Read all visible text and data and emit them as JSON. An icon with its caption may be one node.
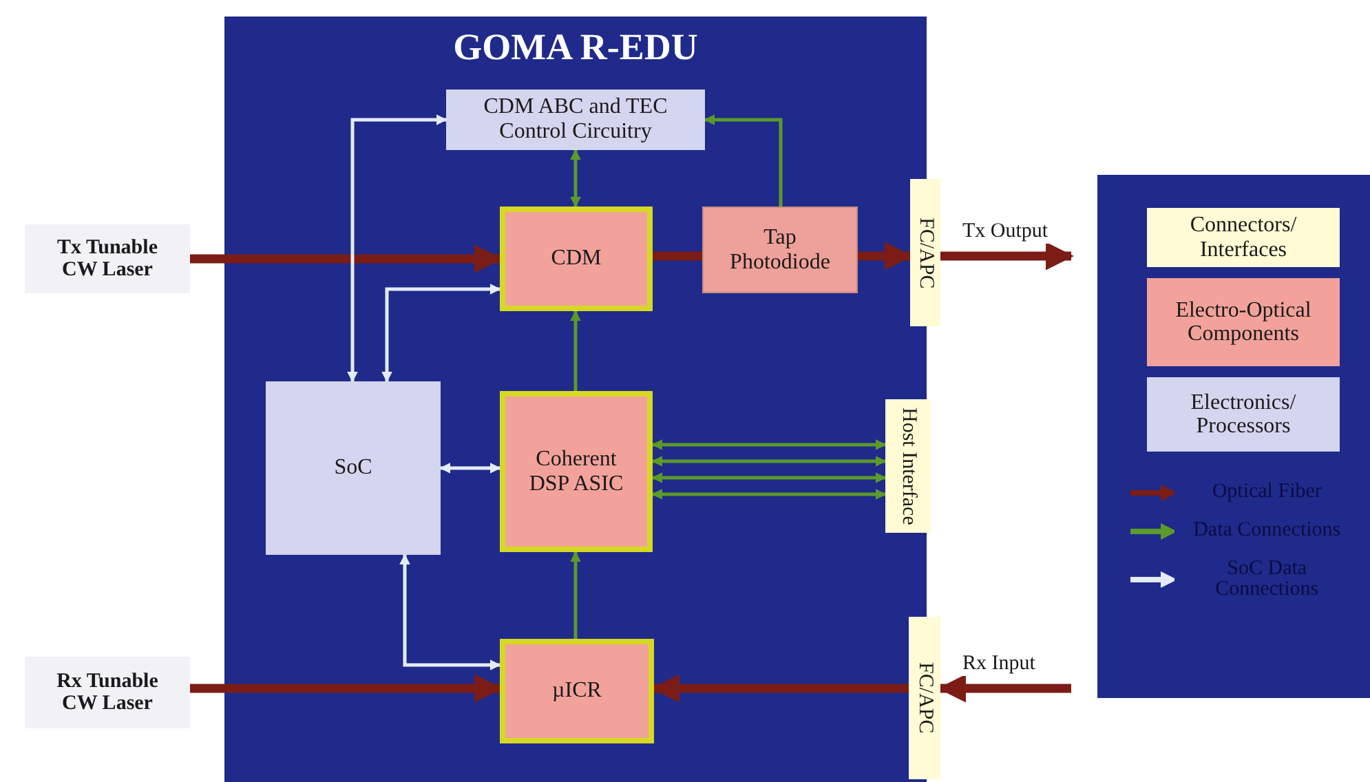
{
  "diagram": {
    "nodes": [
      {
        "text": [
          "GOMA R-EDU"
        ]
      },
      {
        "text": [
          "CDM ABC and TEC Control Circuitry"
        ],
        "in": 0
      },
      {
        "text": [
          "CDM"
        ],
        "in": 0
      },
      {
        "text": [
          "Tap Photodiode"
        ],
        "in": 0
      },
      {
        "text": [
          "FC/APC"
        ]
      },
      {
        "text": [
          "SoC"
        ],
        "in": 0
      },
      {
        "text": [
          "Coherent DSP ASIC"
        ],
        "in": 0
      },
      {
        "text": [
          "Host Interface"
        ]
      },
      {
        "text": [
          "µICR"
        ],
        "in": 0
      },
      {
        "text": [
          "FC/APC"
        ]
      },
      {
        "text": [
          "Tx Tunable CW Laser"
        ]
      },
      {
        "text": [
          "Rx Tunable CW Laser"
        ]
      }
    ],
    "edges": [
      {
        "from": 10,
        "to": 2,
        "arrow": "to",
        "style": "thick",
        "color": "#7b1d16"
      },
      {
        "from": 2,
        "to": 3,
        "arrow": "none",
        "style": "thick",
        "color": "#7b1d16"
      },
      {
        "from": 3,
        "to": 4,
        "arrow": "to",
        "style": "thick",
        "color": "#7b1d16"
      },
      {
        "from": 4,
        "to": null,
        "arrow": "to",
        "label": "Tx Output",
        "style": "thick",
        "color": "#7b1d16"
      },
      {
        "from": 1,
        "to": 2,
        "arrow": "both"
      },
      {
        "from": 3,
        "to": 1,
        "arrow": "to"
      },
      {
        "from": 6,
        "to": 2,
        "arrow": "to"
      },
      {
        "from": 6,
        "to": 7,
        "arrow": "both"
      },
      {
        "from": 6,
        "to": 7,
        "arrow": "both"
      },
      {
        "from": 6,
        "to": 7,
        "arrow": "both"
      },
      {
        "from": 6,
        "to": 7,
        "arrow": "both"
      },
      {
        "from": 8,
        "to": 6,
        "arrow": "to"
      },
      {
        "from": 11,
        "to": 8,
        "arrow": "to",
        "style": "thick",
        "color": "#7b1d16"
      },
      {
        "from": null,
        "to": 9,
        "arrow": "to",
        "label": "Rx Input",
        "style": "thick",
        "color": "#7b1d16"
      },
      {
        "from": 9,
        "to": 8,
        "arrow": "to",
        "style": "thick",
        "color": "#7b1d16"
      },
      {
        "from": 5,
        "to": 1,
        "arrow": "both",
        "color": "#e4ecfa"
      },
      {
        "from": 5,
        "to": 2,
        "arrow": "both",
        "color": "#e4ecfa"
      },
      {
        "from": 5,
        "to": 6,
        "arrow": "both",
        "color": "#e4ecfa"
      },
      {
        "from": 5,
        "to": 8,
        "arrow": "both",
        "color": "#e4ecfa"
      }
    ],
    "legend": [
      {
        "text": "Connectors/ Interfaces",
        "color": "#fffbd4"
      },
      {
        "text": "Electro-Optical Components",
        "color": "#f2a29b"
      },
      {
        "text": "Electronics/ Processors",
        "color": "#d4d5ef"
      },
      {
        "text": "Optical Fiber"
      },
      {
        "text": "Data Connections"
      },
      {
        "text": "SoC Data Connections"
      }
    ]
  }
}
